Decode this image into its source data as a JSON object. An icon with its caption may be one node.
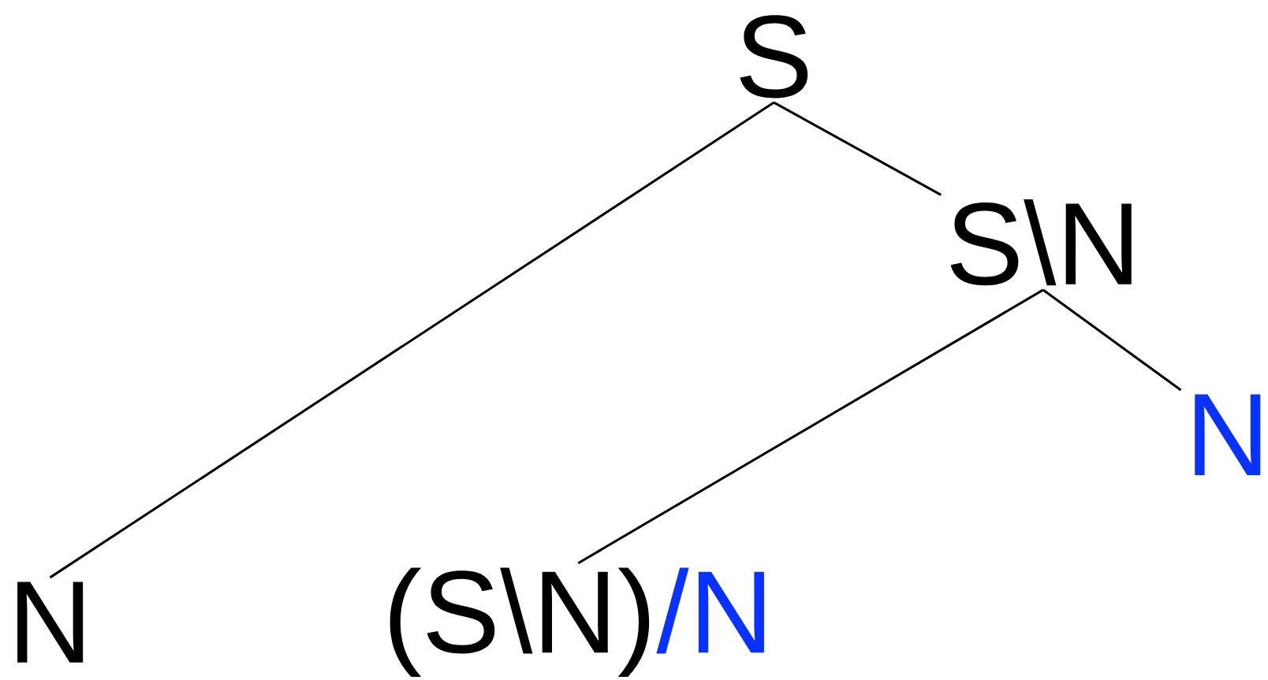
{
  "diagram": {
    "nodes": [
      {
        "text": [
          "S"
        ]
      },
      {
        "text": [
          "S\\N"
        ]
      },
      {
        "text": [
          "N"
        ]
      },
      {
        "text": [
          "(S\\N)",
          "/N"
        ]
      },
      {
        "text": [
          "N"
        ]
      }
    ],
    "edges": [
      {
        "from": 0,
        "to": 2,
        "arrow": "none"
      },
      {
        "from": 0,
        "to": 1,
        "arrow": "none"
      },
      {
        "from": 1,
        "to": 3,
        "arrow": "none"
      },
      {
        "from": 1,
        "to": 4,
        "arrow": "none"
      }
    ]
  }
}
